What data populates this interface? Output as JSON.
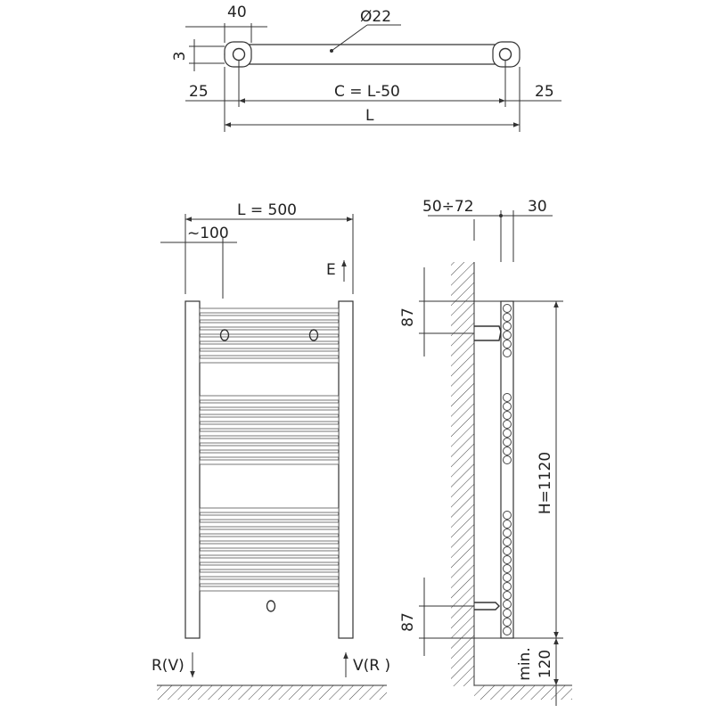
{
  "top_view": {
    "dim_width_40": "40",
    "dim_height_3": "3",
    "dim_diameter": "Ø22",
    "dim_left_25": "25",
    "dim_right_25": "25",
    "dim_center": "C = L-50",
    "dim_length": "L"
  },
  "front_view": {
    "dim_length": "L = 500",
    "dim_offset": "~100",
    "label_e": "E",
    "label_return_left": "R(V)",
    "label_return_right": "V(R )"
  },
  "side_view": {
    "dim_wall_gap": "50÷72",
    "dim_depth": "30",
    "dim_top_87": "87",
    "dim_bottom_87": "87",
    "dim_height": "H=1120",
    "dim_min": "min.",
    "dim_min_120": "120"
  }
}
